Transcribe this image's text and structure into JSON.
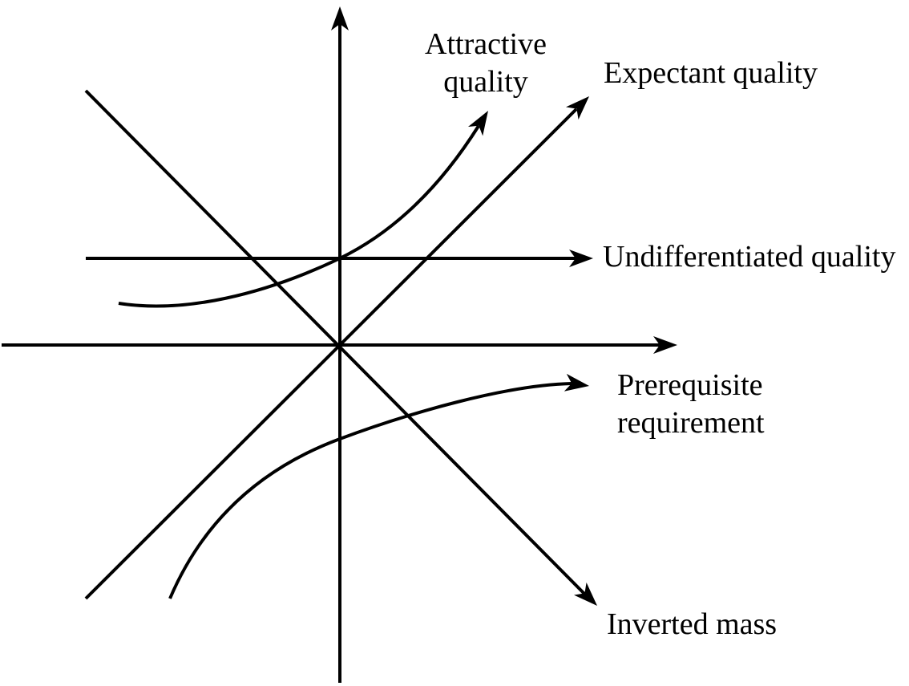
{
  "diagram": {
    "background_color": "#ffffff",
    "line_color": "#000000",
    "text_color": "#000000",
    "labels": {
      "attractive": "Attractive\nquality",
      "expectant": "Expectant quality",
      "undifferentiated": "Undifferentiated quality",
      "prerequisite": "Prerequisite\nrequirement",
      "inverted_mass": "Inverted mass"
    },
    "curves": [
      {
        "name": "attractive-quality",
        "shape": "convex rising curve crossing vertical axis at the undifferentiated line, arrow up-right"
      },
      {
        "name": "expectant-quality",
        "shape": "45-degree straight line through origin, arrow up-right"
      },
      {
        "name": "undifferentiated-quality",
        "shape": "horizontal straight line above x-axis, arrow right"
      },
      {
        "name": "prerequisite-requirement",
        "shape": "concave rising curve below x-axis flattening to the right, arrow right"
      },
      {
        "name": "inverted-mass",
        "shape": "45-degree straight line through origin, arrow down-right"
      }
    ]
  }
}
